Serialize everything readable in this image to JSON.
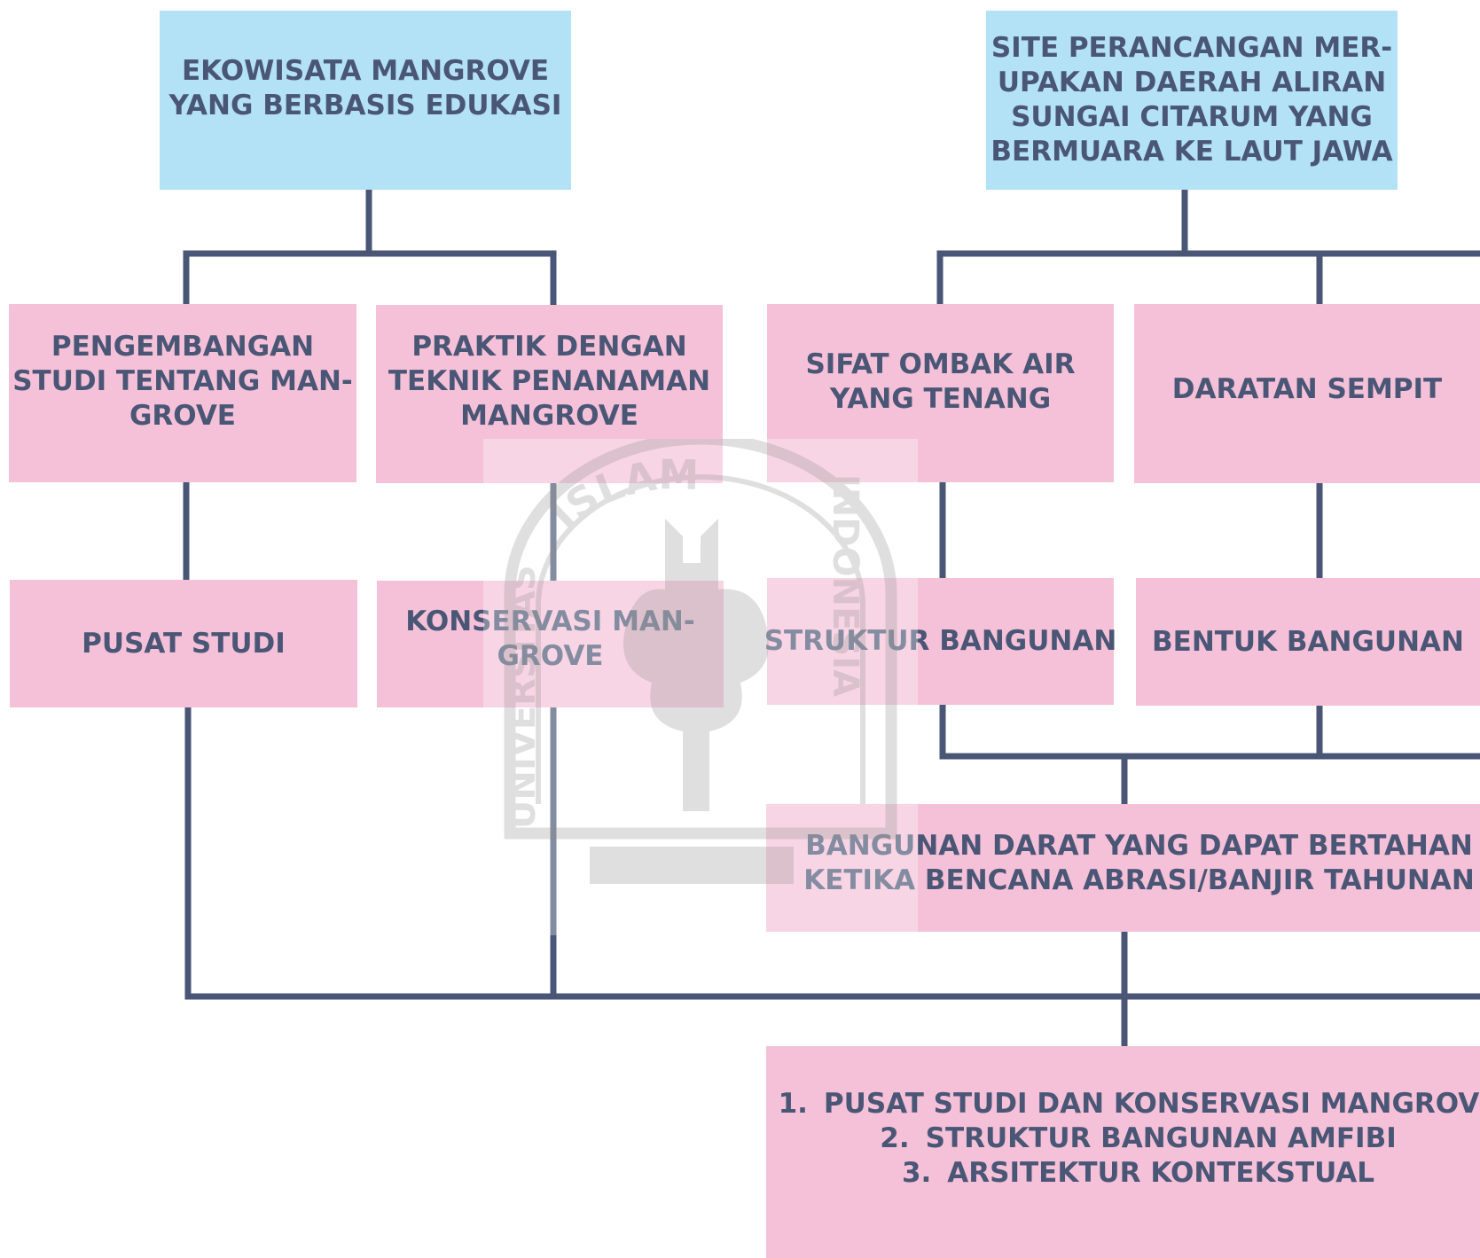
{
  "diagram": {
    "root_left": {
      "lines": [
        "EKOWISATA MANGROVE",
        "YANG BERBASIS EDUKASI"
      ]
    },
    "root_right": {
      "lines": [
        "SITE PERANCANGAN MER-",
        "UPAKAN DAERAH ALIRAN",
        "SUNGAI CITARUM YANG",
        "BERMUARA KE LAUT JAWA"
      ]
    },
    "level2": {
      "pengembangan": {
        "lines": [
          "PENGEMBANGAN",
          "STUDI TENTANG MAN-",
          "GROVE"
        ]
      },
      "praktik": {
        "lines": [
          "PRAKTIK DENGAN",
          "TEKNIK PENANAMAN",
          "MANGROVE"
        ]
      },
      "sifat_ombak": {
        "lines": [
          "SIFAT OMBAK AIR",
          "YANG TENANG"
        ]
      },
      "daratan": {
        "lines": [
          "DARATAN SEMPIT"
        ]
      }
    },
    "level3": {
      "pusat_studi": {
        "lines": [
          "PUSAT STUDI"
        ]
      },
      "konservasi": {
        "lines": [
          "KONSERVASI MAN-",
          "GROVE"
        ]
      },
      "struktur": {
        "lines": [
          "STRUKTUR BANGUNAN"
        ]
      },
      "bentuk": {
        "lines": [
          "BENTUK BANGUNAN"
        ]
      }
    },
    "bangunan_darat": {
      "lines": [
        "BANGUNAN DARAT YANG DAPAT BERTAHAN",
        "KETIKA BENCANA ABRASI/BANJIR TAHUNAN"
      ]
    },
    "result": {
      "items": [
        {
          "num": "1.",
          "text": "PUSAT STUDI DAN KONSERVASI MANGROVE"
        },
        {
          "num": "2.",
          "text": "STRUKTUR BANGUNAN AMFIBI"
        },
        {
          "num": "3.",
          "text": "ARSITEKTUR KONTEKSTUAL"
        }
      ]
    },
    "watermark": {
      "top_text": "ISLAM",
      "right_text": "INDONESIA",
      "left_text": "UNIVERSITAS"
    },
    "colors": {
      "blue_box": "#b3e1f6",
      "pink_box": "#f5c1d8",
      "text": "#4a5675",
      "connector": "#4a5675"
    }
  }
}
